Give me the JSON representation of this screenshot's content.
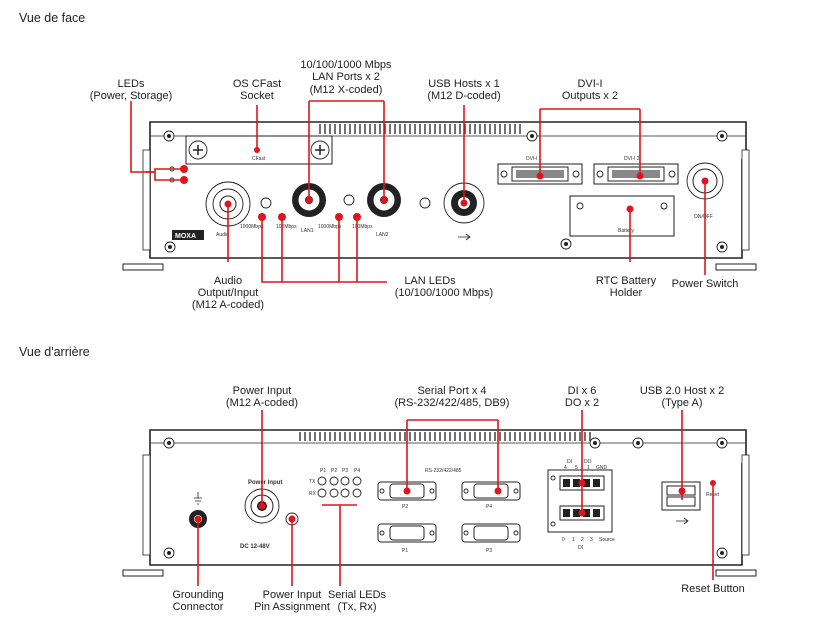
{
  "front": {
    "section_title": "Vue de face",
    "callouts": {
      "leds": [
        "LEDs",
        "(Power, Storage)"
      ],
      "cfast": [
        "OS CFast",
        "Socket"
      ],
      "lan": [
        "10/100/1000 Mbps",
        "LAN Ports x 2",
        "(M12 X-coded)"
      ],
      "usb": [
        "USB Hosts x 1",
        "(M12 D-coded)"
      ],
      "dvi": [
        "DVI-I",
        "Outputs x 2"
      ],
      "audio": [
        "Audio",
        "Output/Input",
        "(M12 A-coded)"
      ],
      "lan_leds": [
        "LAN LEDs",
        "(10/100/1000 Mbps)"
      ],
      "rtc": [
        "RTC Battery",
        "Holder"
      ],
      "power_switch": [
        "Power Switch"
      ]
    },
    "panel": {
      "cfast_label": "CFast",
      "logo": "MOXA",
      "audio_label": "Audio",
      "lan1_label": "LAN1",
      "lan2_label": "LAN2",
      "led_1000_a": "1000Mbps",
      "led_100_a": "100Mbps",
      "led_1000_b": "1000Mbps",
      "led_100_b": "100Mbps",
      "dvi1_label": "DVI-I 1",
      "dvi2_label": "DVI-I 2",
      "battery_label": "Battery",
      "onoff_label": "ON/OFF"
    }
  },
  "rear": {
    "section_title": "Vue d'arrière",
    "callouts": {
      "power_input": [
        "Power Input",
        "(M12 A-coded)"
      ],
      "serial": [
        "Serial Port x 4",
        "(RS-232/422/485, DB9)"
      ],
      "dio": [
        "DI x 6",
        "DO x 2"
      ],
      "usb2": [
        "USB 2.0 Host x 2",
        "(Type A)"
      ],
      "grounding": [
        "Grounding",
        "Connector"
      ],
      "pin_assign": [
        "Power Input",
        "Pin Assignment"
      ],
      "serial_leds": [
        "Serial LEDs",
        "(Tx, Rx)"
      ],
      "reset": [
        "Reset Button"
      ]
    },
    "panel": {
      "power_input_label": "Power Input",
      "dc_label": "DC 12-48V",
      "serial_group_label": "RS-232/422/485",
      "p1": "P1",
      "p2": "P2",
      "p3": "P3",
      "p4": "P4",
      "tx": "TX",
      "rx": "RX",
      "led_cols": [
        "P1",
        "P2",
        "P3",
        "P4"
      ],
      "di_label": "DI",
      "do_label": "DO",
      "gnd_label": "GND",
      "di_top_nums": [
        "4",
        "5",
        "1"
      ],
      "di_bot_nums": [
        "0",
        "1",
        "2",
        "3"
      ],
      "source_label": "Source",
      "reset_label": "Reset"
    }
  },
  "colors": {
    "callout": "#e0141c",
    "line": "#222222"
  }
}
